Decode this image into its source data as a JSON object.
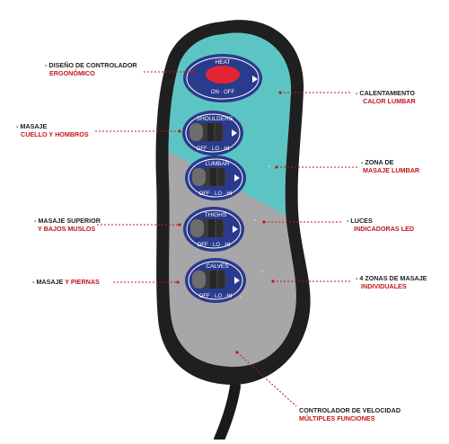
{
  "colors": {
    "remote_body": "#1f1f1f",
    "teal_panel": "#5cc5c3",
    "gray_panel": "#a7a7a9",
    "button_oval": "#2a3a8c",
    "heat_button": "#e52433",
    "label_black": "#222222",
    "label_red": "#c4161c",
    "leader_line": "#c4161c"
  },
  "remote": {
    "heat_button": {
      "label": "HEAT",
      "subtext": "ON · OFF",
      "icon": "power-indicator-icon"
    },
    "zones": [
      {
        "label": "SHOULDERS",
        "subtext": "OFF · LO · HI"
      },
      {
        "label": "LUMBAR",
        "subtext": "OFF · LO · HI"
      },
      {
        "label": "THIGHS",
        "subtext": "OFF · LO · HI"
      },
      {
        "label": "CALVES",
        "subtext": "OFF · LO · HI"
      }
    ]
  },
  "callouts": {
    "ergonomic": {
      "line1": "- DISEÑO DE CONTROLADOR",
      "line2": "ERGONÓMICO"
    },
    "neck": {
      "line1": "- MASAJE",
      "line2": "CUELLO Y HOMBROS"
    },
    "upper": {
      "line1": "- MASAJE SUPERIOR",
      "line2": "Y BAJOS MUSLOS"
    },
    "legs": {
      "line1": "- MASAJE",
      "line2": "Y PIERNAS"
    },
    "heat": {
      "line1": "- CALENTAMIENTO",
      "line2": "CALOR LUMBAR"
    },
    "lumbar": {
      "line1": "- ZONA DE",
      "line2": "MASAJE LUMBAR"
    },
    "lights": {
      "line1": "- LUCES",
      "line2": "INDICADORAS LED"
    },
    "zones4": {
      "line1": "- 4 ZONAS DE MASAJE",
      "line2": "INDIVIDUALES"
    },
    "speed": {
      "line1": "CONTROLADOR DE VELOCIDAD",
      "line2": "MÚLTIPLES FUNCIONES"
    }
  }
}
